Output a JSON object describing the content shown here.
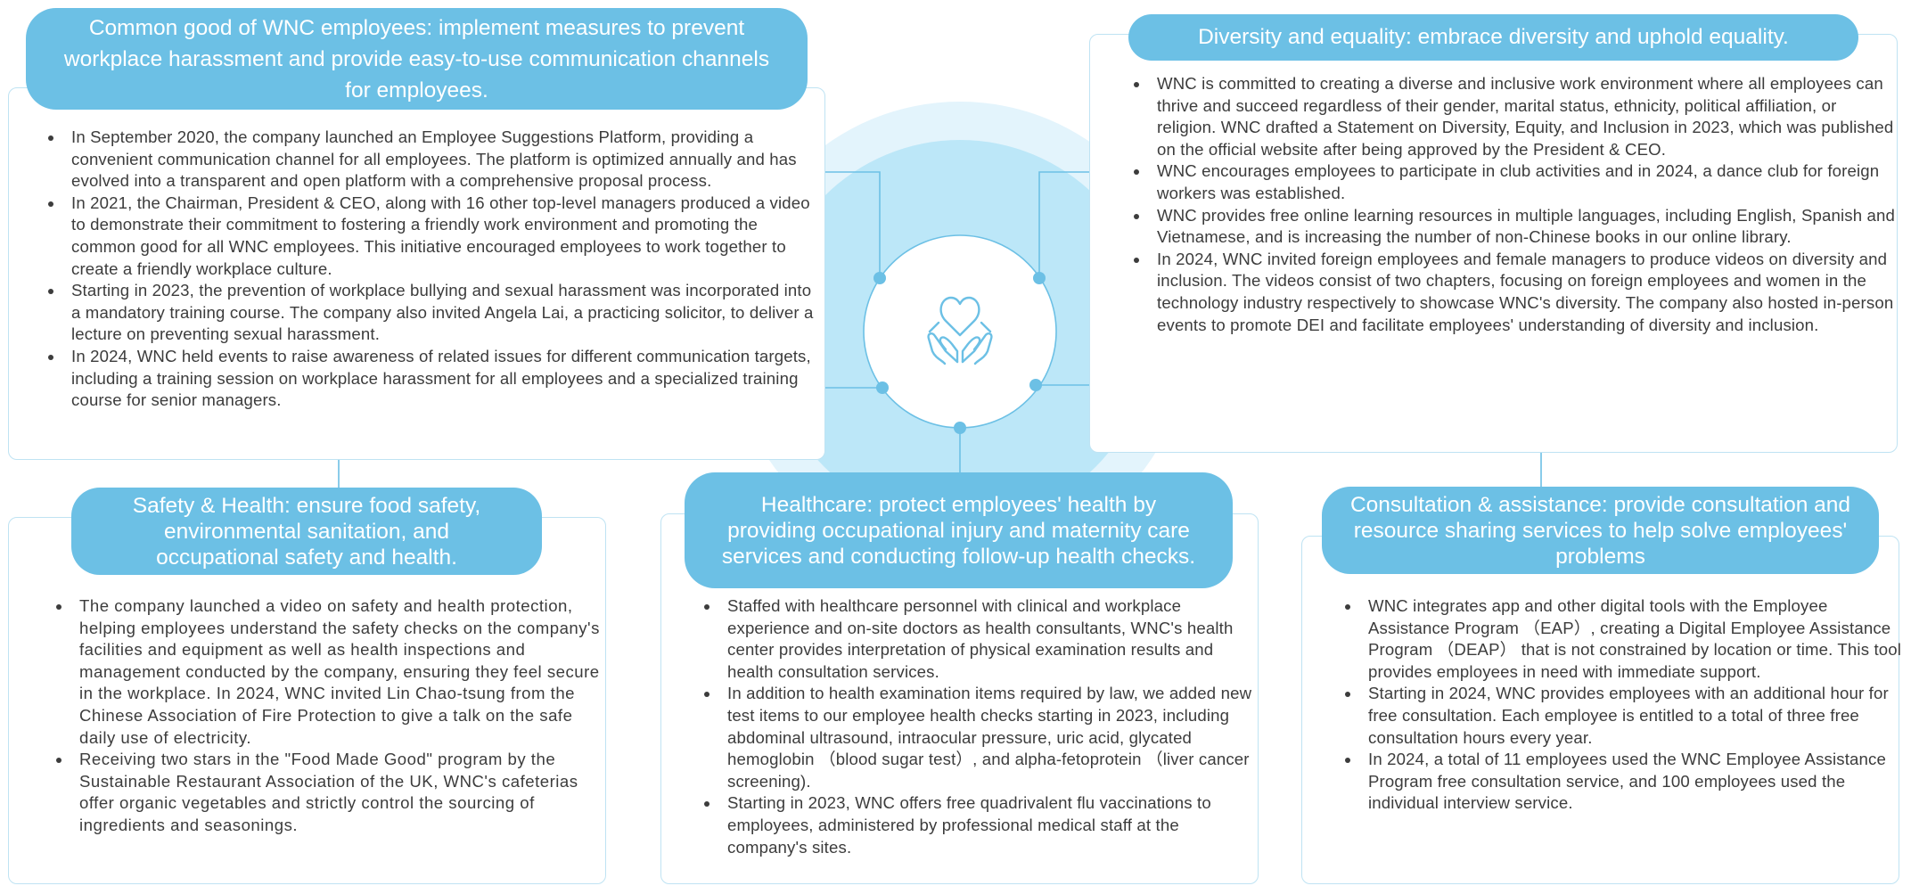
{
  "colors": {
    "accent": "#6cc0e5",
    "border": "#bfe3f3",
    "line": "#6cc0e5",
    "glow": "#bce7f8",
    "text": "#3c3c3c"
  },
  "center": {
    "icon": "heart-in-hands-icon"
  },
  "sections": {
    "common_good": {
      "title": "Common good of WNC employees: implement measures to prevent workplace harassment and provide easy-to-use communication channels for employees.",
      "items": [
        "In September 2020, the company launched an Employee Suggestions Platform, providing a convenient communication channel for all employees. The platform is optimized annually and has evolved into a transparent and open platform with a comprehensive proposal process.",
        "In 2021, the Chairman, President & CEO, along with 16 other top-level managers produced a video to demonstrate their commitment to fostering a friendly work environment and promoting the common good for all WNC employees. This initiative encouraged employees to work together to create a friendly workplace culture.",
        "Starting in 2023, the prevention of workplace bullying and sexual harassment was incorporated into a mandatory training course. The company also invited Angela Lai, a practicing solicitor, to deliver a lecture on preventing sexual harassment.",
        "In 2024, WNC held events to raise awareness of related issues for different communication targets, including a training session on workplace harassment for all employees and a specialized training course for senior managers."
      ]
    },
    "diversity": {
      "title": "Diversity and equality: embrace diversity and uphold equality.",
      "items": [
        "WNC is committed to creating a diverse and inclusive work environment where all employees can thrive and succeed regardless of their gender, marital status, ethnicity, political affiliation, or religion. WNC drafted a Statement on Diversity, Equity, and Inclusion in 2023, which was published on the official website after being  approved by the President & CEO.",
        "WNC encourages employees to participate in club activities and in 2024, a dance club for foreign workers was established.",
        "WNC provides free online learning resources in multiple languages, including English, Spanish and Vietnamese, and is increasing the number of non-Chinese books in our online library.",
        "In 2024, WNC invited foreign employees and female managers to produce videos on diversity and inclusion. The videos consist of two chapters, focusing on foreign employees and women in the technology industry respectively to showcase WNC's diversity. The company also hosted in-person events to promote DEI and facilitate employees' understanding of diversity and inclusion."
      ]
    },
    "safety": {
      "title": "Safety & Health: ensure food safety, environmental sanitation, and occupational safety and health.",
      "items": [
        "The company launched a video on safety and health protection, helping employees understand the safety checks on the company's facilities and equipment as well as health inspections and management conducted by the company, ensuring they feel secure in the workplace. In 2024, WNC invited Lin Chao-tsung from the Chinese Association of Fire Protection to give a talk on the safe daily use of electricity.",
        "Receiving two stars in the \"Food Made Good\" program by the Sustainable Restaurant Association of the UK, WNC's cafeterias offer organic vegetables and strictly control the sourcing of ingredients and seasonings."
      ]
    },
    "healthcare": {
      "title": "Healthcare: protect employees' health by providing occupational injury and maternity care services and conducting follow-up health checks.",
      "items": [
        "Staffed with healthcare personnel with clinical and workplace experience and on-site doctors as health consultants, WNC's health center provides interpretation of physical examination results and health consultation services.",
        "In addition to health examination items required by law, we added new test items to our employee health checks starting in 2023, including abdominal ultrasound, intraocular pressure, uric acid, glycated hemoglobin （blood sugar test）, and alpha-fetoprotein （liver cancer screening).",
        "Starting in 2023, WNC offers free quadrivalent flu vaccinations to employees, administered by professional medical staff at the company's sites."
      ]
    },
    "consultation": {
      "title": "Consultation & assistance: provide consultation and resource sharing services to help solve employees' problems",
      "items": [
        "WNC integrates app and other digital tools with the Employee Assistance Program （EAP）, creating a Digital Employee Assistance Program （DEAP） that is not constrained by location or time. This tool provides employees in need with immediate support.",
        "Starting in 2024, WNC provides employees with an additional hour for free consultation. Each employee is entitled to a total of three free consultation hours every year.",
        "In 2024, a total of 11 employees used the WNC Employee Assistance Program free consultation service, and 100 employees used the individual interview service."
      ]
    }
  }
}
